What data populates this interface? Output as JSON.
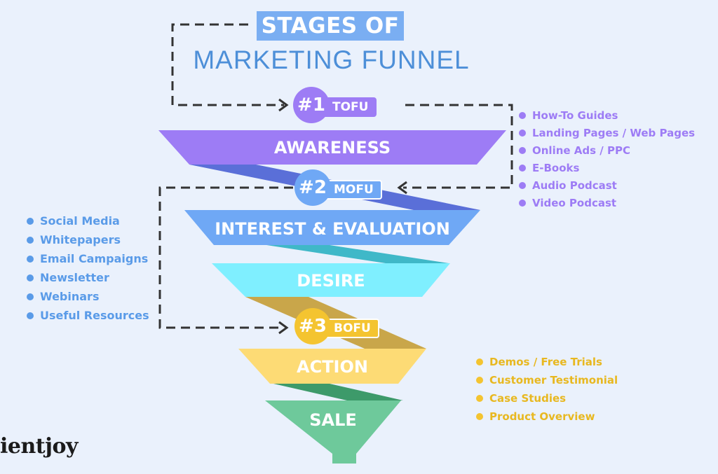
{
  "title": {
    "line1": "STAGES OF",
    "line2": "MARKETING FUNNEL"
  },
  "stages": [
    {
      "label": "AWARENESS",
      "color": "#9d7cf5"
    },
    {
      "label": "INTEREST & EVALUATION",
      "color": "#6fa8f5"
    },
    {
      "label": "DESIRE",
      "color": "#7fefff"
    },
    {
      "label": "ACTION",
      "color": "#fddb75"
    },
    {
      "label": "SALE",
      "color": "#6ec99b"
    }
  ],
  "badges": [
    {
      "number": "#1",
      "tag": "TOFU",
      "color": "#9d7cf5"
    },
    {
      "number": "#2",
      "tag": "MOFU",
      "color": "#6fa8f5"
    },
    {
      "number": "#3",
      "tag": "BOFU",
      "color": "#f4c430"
    }
  ],
  "lists": {
    "tofu": [
      "How-To Guides",
      "Landing Pages / Web Pages",
      "Online Ads / PPC",
      "E-Books",
      "Audio Podcast",
      "Video Podcast"
    ],
    "mofu": [
      "Social Media",
      "Whitepapers",
      "Email Campaigns",
      "Newsletter",
      "Webinars",
      "Useful Resources"
    ],
    "bofu": [
      "Demos / Free Trials",
      "Customer Testimonial",
      "Case Studies",
      "Product Overview"
    ]
  },
  "list_colors": {
    "tofu": "#9d7cf5",
    "mofu": "#5a9be8",
    "bofu": "#e8b820"
  },
  "brand": "ientjoy"
}
